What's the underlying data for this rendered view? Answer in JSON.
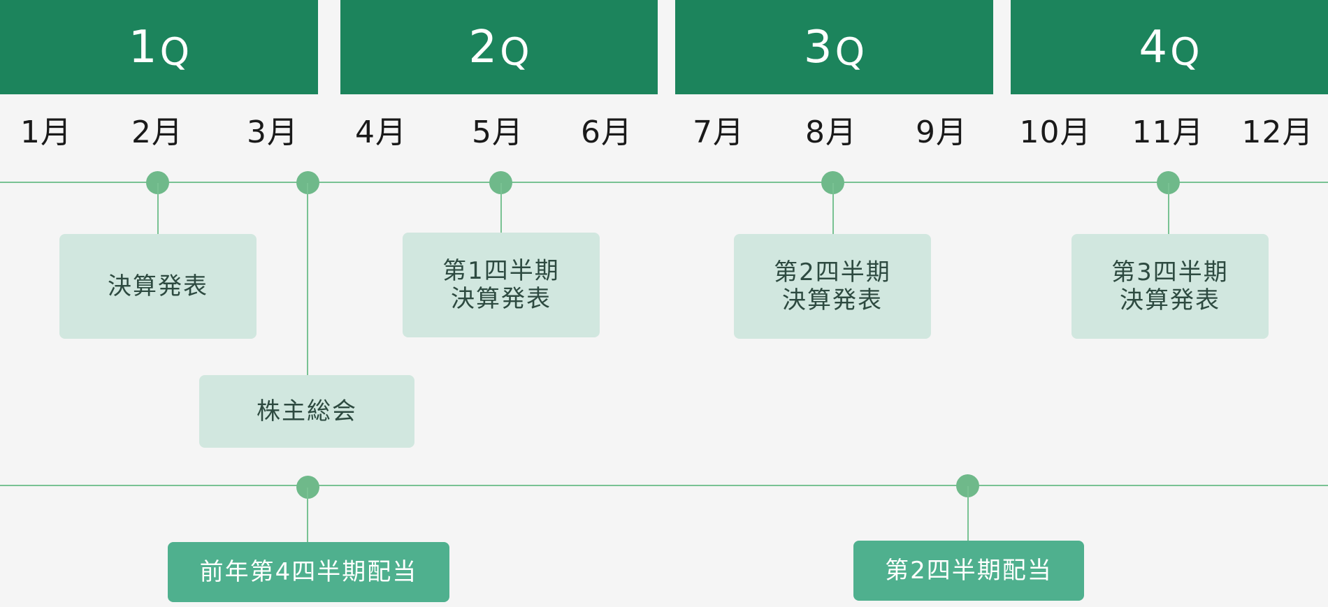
{
  "quarters": [
    {
      "num": "1",
      "suffix": "Q"
    },
    {
      "num": "2",
      "suffix": "Q"
    },
    {
      "num": "3",
      "suffix": "Q"
    },
    {
      "num": "4",
      "suffix": "Q"
    }
  ],
  "months": [
    "1月",
    "2月",
    "3月",
    "4月",
    "5月",
    "6月",
    "7月",
    "8月",
    "9月",
    "10月",
    "11月",
    "12月"
  ],
  "events": {
    "annual_results": {
      "line1": "決算発表",
      "line2": ""
    },
    "shareholders_meeting": {
      "line1": "株主総会",
      "line2": ""
    },
    "q1_results": {
      "line1": "第1四半期",
      "line2": "決算発表"
    },
    "q2_results": {
      "line1": "第2四半期",
      "line2": "決算発表"
    },
    "q3_results": {
      "line1": "第3四半期",
      "line2": "決算発表"
    }
  },
  "dividends": {
    "prior_year_q4": "前年第4四半期配当",
    "q2": "第2四半期配当"
  },
  "colors": {
    "header_green": "#1c845c",
    "timeline_green": "#79c293",
    "dot_green": "#6fb98a",
    "event_fill": "#d1e7df",
    "event_text": "#2d4a40",
    "dividend_fill": "#4fb08e",
    "background": "#f5f5f5"
  }
}
